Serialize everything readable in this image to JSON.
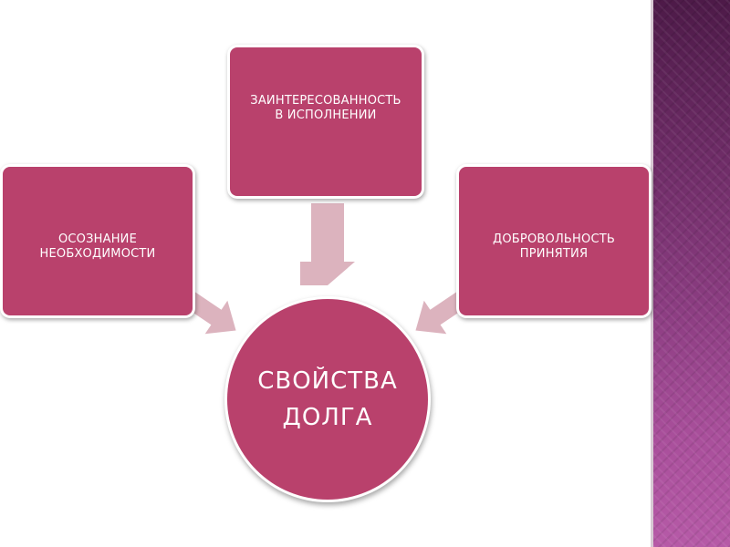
{
  "diagram": {
    "center": {
      "label": "СВОЙСТВА\nДОЛГА"
    },
    "nodes": [
      {
        "id": "top",
        "label": "ЗАИНТЕРЕСОВАННОСТЬ\nВ ИСПОЛНЕНИИ"
      },
      {
        "id": "left",
        "label": "ОСОЗНАНИЕ\nНЕОБХОДИМОСТИ"
      },
      {
        "id": "right",
        "label": "ДОБРОВОЛЬНОСТЬ\nПРИНЯТИЯ"
      }
    ]
  },
  "colors": {
    "box_fill": "#b9416c",
    "arrow_fill": "#dcb3be",
    "text": "#ffffff",
    "sidebar": "#7a3271"
  }
}
